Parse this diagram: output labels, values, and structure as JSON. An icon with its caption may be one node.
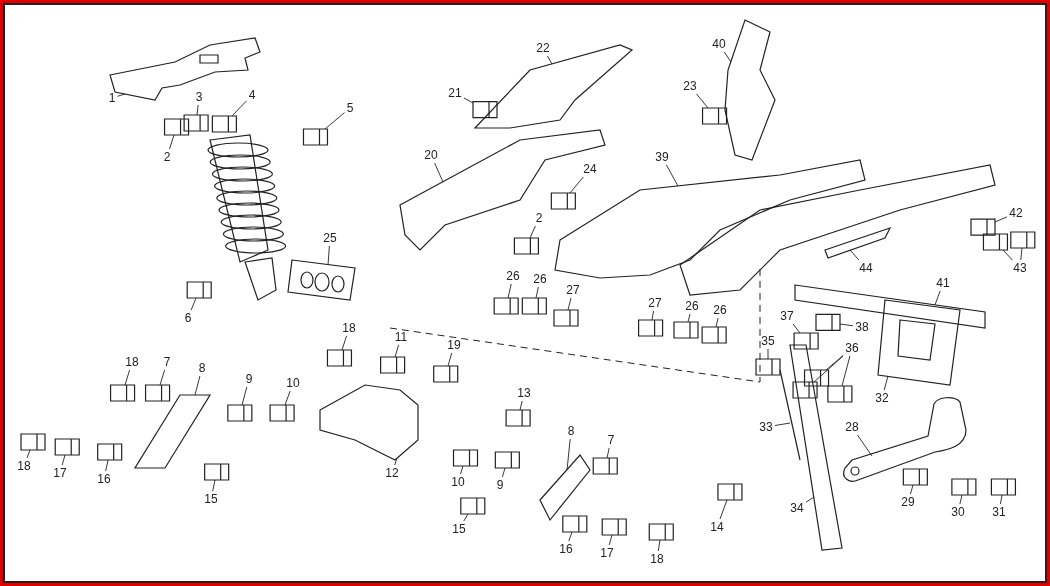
{
  "diagram": {
    "nodes": [
      {
        "text": [
          "22"
        ]
      },
      {
        "text": [
          "40"
        ]
      },
      {
        "text": [
          "1"
        ]
      },
      {
        "text": [
          "3"
        ]
      },
      {
        "text": [
          "4"
        ]
      },
      {
        "text": [
          "5"
        ]
      },
      {
        "text": [
          "21"
        ]
      },
      {
        "text": [
          "23"
        ]
      },
      {
        "text": [
          "20"
        ]
      },
      {
        "text": [
          "39"
        ]
      },
      {
        "text": [
          "2"
        ]
      },
      {
        "text": [
          "24"
        ]
      },
      {
        "text": [
          "42"
        ]
      },
      {
        "text": [
          "2"
        ]
      },
      {
        "text": [
          "25"
        ]
      },
      {
        "text": [
          "44"
        ]
      },
      {
        "text": [
          "43"
        ]
      },
      {
        "text": [
          "41"
        ]
      },
      {
        "text": [
          "26"
        ]
      },
      {
        "text": [
          "26"
        ]
      },
      {
        "text": [
          "27"
        ]
      },
      {
        "text": [
          "6"
        ]
      },
      {
        "text": [
          "18"
        ]
      },
      {
        "text": [
          "11"
        ]
      },
      {
        "text": [
          "27"
        ]
      },
      {
        "text": [
          "26"
        ]
      },
      {
        "text": [
          "26"
        ]
      },
      {
        "text": [
          "37"
        ]
      },
      {
        "text": [
          "38"
        ]
      },
      {
        "text": [
          "19"
        ]
      },
      {
        "text": [
          "35"
        ]
      },
      {
        "text": [
          "36"
        ]
      },
      {
        "text": [
          "18"
        ]
      },
      {
        "text": [
          "7"
        ]
      },
      {
        "text": [
          "8"
        ]
      },
      {
        "text": [
          "9"
        ]
      },
      {
        "text": [
          "10"
        ]
      },
      {
        "text": [
          "13"
        ]
      },
      {
        "text": [
          "32"
        ]
      },
      {
        "text": [
          "8"
        ]
      },
      {
        "text": [
          "7"
        ]
      },
      {
        "text": [
          "33"
        ]
      },
      {
        "text": [
          "28"
        ]
      },
      {
        "text": [
          "18"
        ]
      },
      {
        "text": [
          "17"
        ]
      },
      {
        "text": [
          "16"
        ]
      },
      {
        "text": [
          "12"
        ]
      },
      {
        "text": [
          "10"
        ]
      },
      {
        "text": [
          "9"
        ]
      },
      {
        "text": [
          "15"
        ]
      },
      {
        "text": [
          "29"
        ]
      },
      {
        "text": [
          "30"
        ]
      },
      {
        "text": [
          "31"
        ]
      },
      {
        "text": [
          "34"
        ]
      },
      {
        "text": [
          "14"
        ]
      },
      {
        "text": [
          "15"
        ]
      },
      {
        "text": [
          "16"
        ]
      },
      {
        "text": [
          "17"
        ]
      },
      {
        "text": [
          "18"
        ]
      }
    ],
    "edges": [
      {
        "from": 0,
        "to": null,
        "arrow": "none"
      },
      {
        "from": 1,
        "to": null,
        "arrow": "none"
      },
      {
        "from": 2,
        "to": null,
        "arrow": "none"
      },
      {
        "from": 3,
        "to": null,
        "arrow": "none"
      },
      {
        "from": 4,
        "to": null,
        "arrow": "none"
      },
      {
        "from": 5,
        "to": null,
        "arrow": "none"
      },
      {
        "from": 6,
        "to": null,
        "arrow": "none"
      },
      {
        "from": 7,
        "to": null,
        "arrow": "none"
      },
      {
        "from": 8,
        "to": null,
        "arrow": "none"
      },
      {
        "from": 9,
        "to": null,
        "arrow": "none"
      },
      {
        "from": 10,
        "to": null,
        "arrow": "none"
      },
      {
        "from": 11,
        "to": null,
        "arrow": "none"
      },
      {
        "from": 12,
        "to": null,
        "arrow": "none"
      },
      {
        "from": 13,
        "to": null,
        "arrow": "none"
      },
      {
        "from": 14,
        "to": null,
        "arrow": "none"
      },
      {
        "from": 15,
        "to": null,
        "arrow": "none"
      },
      {
        "from": 16,
        "to": null,
        "arrow": "none"
      },
      {
        "from": 16,
        "to": null,
        "arrow": "none"
      },
      {
        "from": 17,
        "to": null,
        "arrow": "none"
      },
      {
        "from": 18,
        "to": null,
        "arrow": "none"
      },
      {
        "from": 19,
        "to": null,
        "arrow": "none"
      },
      {
        "from": 20,
        "to": null,
        "arrow": "none"
      },
      {
        "from": 21,
        "to": null,
        "arrow": "none"
      },
      {
        "from": 22,
        "to": null,
        "arrow": "none"
      },
      {
        "from": 23,
        "to": null,
        "arrow": "none"
      },
      {
        "from": 24,
        "to": null,
        "arrow": "none"
      },
      {
        "from": 25,
        "to": null,
        "arrow": "none"
      },
      {
        "from": 26,
        "to": null,
        "arrow": "none"
      },
      {
        "from": 27,
        "to": null,
        "arrow": "none"
      },
      {
        "from": 28,
        "to": null,
        "arrow": "none"
      },
      {
        "from": 29,
        "to": null,
        "arrow": "none"
      },
      {
        "from": 30,
        "to": null,
        "arrow": "none"
      },
      {
        "from": 31,
        "to": null,
        "arrow": "none"
      },
      {
        "from": 31,
        "to": null,
        "arrow": "none"
      },
      {
        "from": 31,
        "to": null,
        "arrow": "none"
      },
      {
        "from": 32,
        "to": null,
        "arrow": "none"
      },
      {
        "from": 33,
        "to": null,
        "arrow": "none"
      },
      {
        "from": 34,
        "to": null,
        "arrow": "none"
      },
      {
        "from": 35,
        "to": null,
        "arrow": "none"
      },
      {
        "from": 36,
        "to": null,
        "arrow": "none"
      },
      {
        "from": 37,
        "to": null,
        "arrow": "none"
      },
      {
        "from": 38,
        "to": null,
        "arrow": "none"
      },
      {
        "from": 39,
        "to": null,
        "arrow": "none"
      },
      {
        "from": 40,
        "to": null,
        "arrow": "none"
      },
      {
        "from": 41,
        "to": null,
        "arrow": "none"
      },
      {
        "from": 42,
        "to": null,
        "arrow": "none"
      },
      {
        "from": 43,
        "to": null,
        "arrow": "none"
      },
      {
        "from": 44,
        "to": null,
        "arrow": "none"
      },
      {
        "from": 45,
        "to": null,
        "arrow": "none"
      },
      {
        "from": 46,
        "to": null,
        "arrow": "none"
      },
      {
        "from": 47,
        "to": null,
        "arrow": "none"
      },
      {
        "from": 48,
        "to": null,
        "arrow": "none"
      },
      {
        "from": 49,
        "to": null,
        "arrow": "none"
      },
      {
        "from": 50,
        "to": null,
        "arrow": "none"
      },
      {
        "from": 51,
        "to": null,
        "arrow": "none"
      },
      {
        "from": 52,
        "to": null,
        "arrow": "none"
      },
      {
        "from": 53,
        "to": null,
        "arrow": "none"
      },
      {
        "from": 54,
        "to": null,
        "arrow": "none"
      },
      {
        "from": 55,
        "to": null,
        "arrow": "none"
      },
      {
        "from": 56,
        "to": null,
        "arrow": "none"
      },
      {
        "from": 57,
        "to": null,
        "arrow": "none"
      },
      {
        "from": 58,
        "to": null,
        "arrow": "none"
      }
    ]
  }
}
